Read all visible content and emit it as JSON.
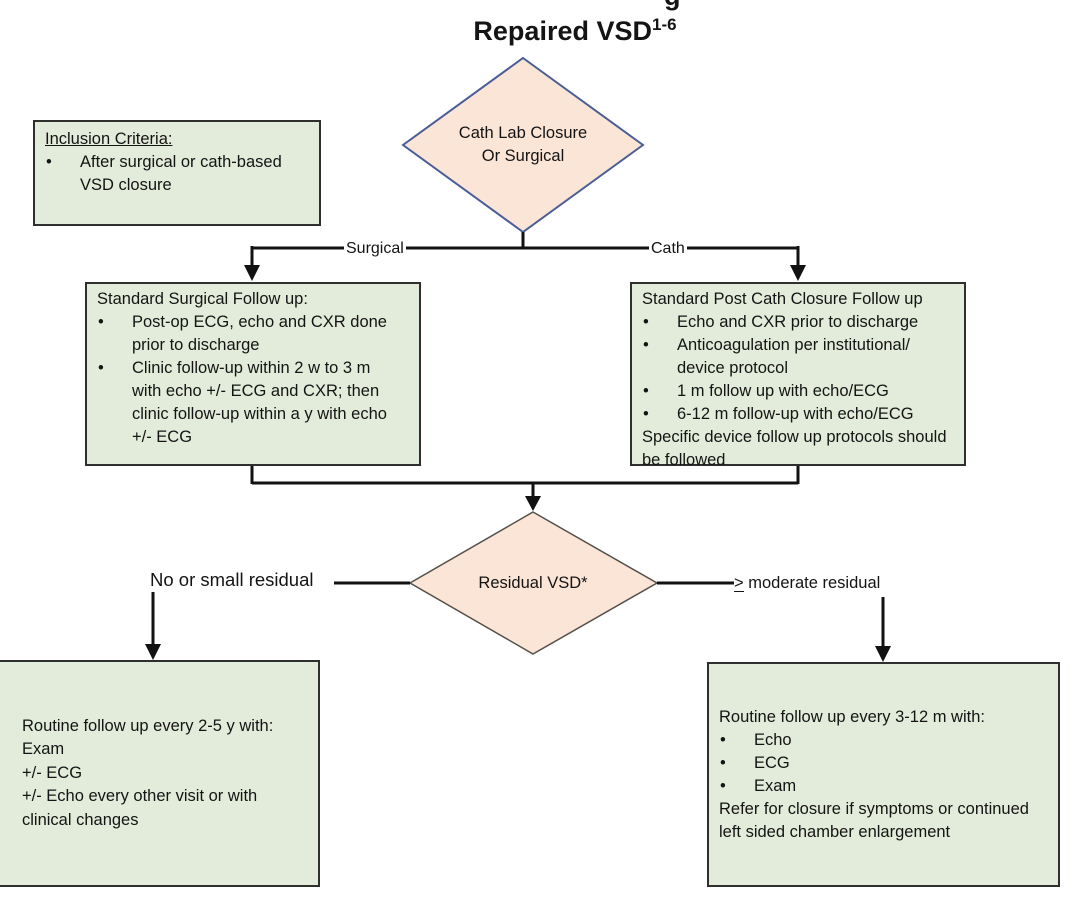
{
  "title": {
    "cutoff_fragment": "g",
    "main": "Repaired VSD",
    "superscript": "1-6"
  },
  "colors": {
    "box_fill": "#e3ecda",
    "box_border": "#2f2f2d",
    "diamond_fill": "#fbe5d6",
    "diamond1_border": "#4a5d96",
    "diamond2_border": "#55504a",
    "line_color": "#121212"
  },
  "inclusion_box": {
    "heading": "Inclusion Criteria:",
    "bullet_lines": [
      "After surgical or cath-based",
      "VSD closure"
    ]
  },
  "decision1": {
    "line1": "Cath Lab Closure",
    "line2": "Or Surgical"
  },
  "branch1": {
    "left_label": "Surgical",
    "right_label": "Cath"
  },
  "surgical_box": {
    "heading": "Standard Surgical Follow up:",
    "bullets": [
      {
        "lines": [
          "Post-op ECG, echo and CXR done",
          "prior to discharge"
        ]
      },
      {
        "lines": [
          "Clinic follow-up within 2 w to 3 m",
          "with echo +/- ECG and CXR; then",
          "clinic follow-up within a y with echo",
          "+/- ECG"
        ]
      }
    ]
  },
  "cath_box": {
    "heading": "Standard Post Cath Closure Follow up",
    "bullets": [
      {
        "lines": [
          "Echo and CXR prior to discharge"
        ]
      },
      {
        "lines": [
          "Anticoagulation per institutional/",
          "device protocol"
        ]
      },
      {
        "lines": [
          "1 m follow up with echo/ECG"
        ]
      },
      {
        "lines": [
          "6-12 m follow-up with echo/ECG"
        ]
      }
    ],
    "footer_lines": [
      "Specific device follow up protocols should",
      "be followed"
    ]
  },
  "decision2": {
    "text": "Residual VSD*"
  },
  "branch2": {
    "left_label": "No or small residual",
    "right_symbol": ">",
    "right_label": " moderate residual"
  },
  "left_outcome_box": {
    "lines": [
      "Routine follow up every 2-5 y with:",
      "Exam",
      "+/- ECG",
      "+/- Echo every other visit or with",
      "clinical changes"
    ]
  },
  "right_outcome_box": {
    "heading": "Routine follow up every 3-12 m with:",
    "bullets": [
      {
        "label": "Echo"
      },
      {
        "label": "ECG"
      },
      {
        "label": "Exam"
      }
    ],
    "footer_lines": [
      "Refer for closure if symptoms or continued",
      "left sided chamber enlargement"
    ]
  }
}
